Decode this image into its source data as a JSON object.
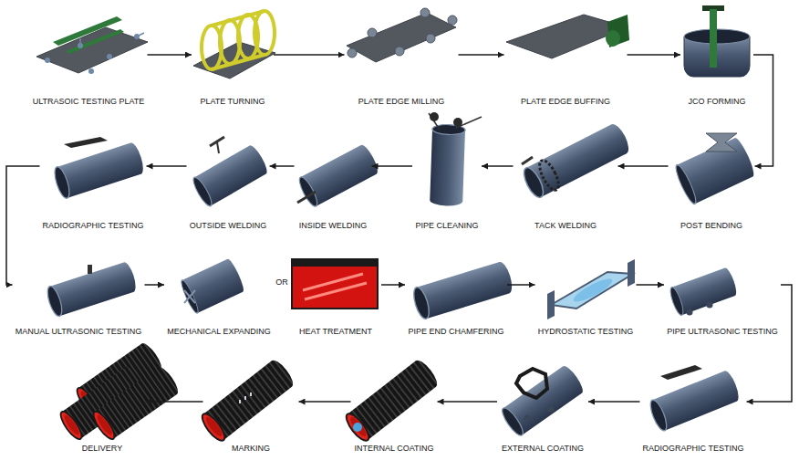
{
  "diagram": {
    "nodes": [
      {
        "text": [
          "ULTRASOIC TESTING PLATE"
        ]
      },
      {
        "text": [
          "PLATE TURNING"
        ]
      },
      {
        "text": [
          "PLATE EDGE MILLING"
        ]
      },
      {
        "text": [
          "PLATE EDGE BUFFING"
        ]
      },
      {
        "text": [
          "JCO FORMING"
        ]
      },
      {
        "text": [
          "POST BENDING"
        ]
      },
      {
        "text": [
          "TACK WELDING"
        ]
      },
      {
        "text": [
          "PIPE CLEANING"
        ]
      },
      {
        "text": [
          "INSIDE WELDING"
        ]
      },
      {
        "text": [
          "OUTSIDE WELDING"
        ]
      },
      {
        "text": [
          "RADIOGRAPHIC TESTING"
        ]
      },
      {
        "text": [
          "MANUAL ULTRASONIC TESTING"
        ]
      },
      {
        "text": [
          "MECHANICAL EXPANDING"
        ]
      },
      {
        "text": [
          "HEAT TREATMENT"
        ]
      },
      {
        "text": [
          "PIPE END CHAMFERING"
        ]
      },
      {
        "text": [
          "HYDROSTATIC TESTING"
        ]
      },
      {
        "text": [
          "PIPE ULTRASONIC TESTING"
        ]
      },
      {
        "text": [
          "RADIOGRAPHIC TESTING"
        ]
      },
      {
        "text": [
          "EXTERNAL COATING"
        ]
      },
      {
        "text": [
          "INTERNAL COATING"
        ]
      },
      {
        "text": [
          "MARKING"
        ]
      },
      {
        "text": [
          "DELIVERY"
        ]
      }
    ],
    "edges": [
      {
        "from": 0,
        "to": 1,
        "arrow": "to"
      },
      {
        "from": 1,
        "to": 2,
        "arrow": "to"
      },
      {
        "from": 2,
        "to": 3,
        "arrow": "to"
      },
      {
        "from": 3,
        "to": 4,
        "arrow": "to"
      },
      {
        "from": 4,
        "to": 5,
        "arrow": "to"
      },
      {
        "from": 5,
        "to": 6,
        "arrow": "to"
      },
      {
        "from": 6,
        "to": 7,
        "arrow": "to"
      },
      {
        "from": 7,
        "to": 8,
        "arrow": "to"
      },
      {
        "from": 8,
        "to": 9,
        "arrow": "to"
      },
      {
        "from": 9,
        "to": 10,
        "arrow": "to"
      },
      {
        "from": 10,
        "to": 11,
        "arrow": "to"
      },
      {
        "from": 11,
        "to": 12,
        "arrow": "to"
      },
      {
        "from": 13,
        "to": 14,
        "arrow": "to"
      },
      {
        "from": 14,
        "to": 15,
        "arrow": "to"
      },
      {
        "from": 15,
        "to": 16,
        "arrow": "to"
      },
      {
        "from": 16,
        "to": 17,
        "arrow": "to"
      },
      {
        "from": 17,
        "to": 18,
        "arrow": "to"
      },
      {
        "from": 18,
        "to": 19,
        "arrow": "to"
      },
      {
        "from": 19,
        "to": 20,
        "arrow": "to"
      },
      {
        "from": 20,
        "to": 21,
        "arrow": "to"
      }
    ],
    "labels": [
      "OR"
    ]
  }
}
